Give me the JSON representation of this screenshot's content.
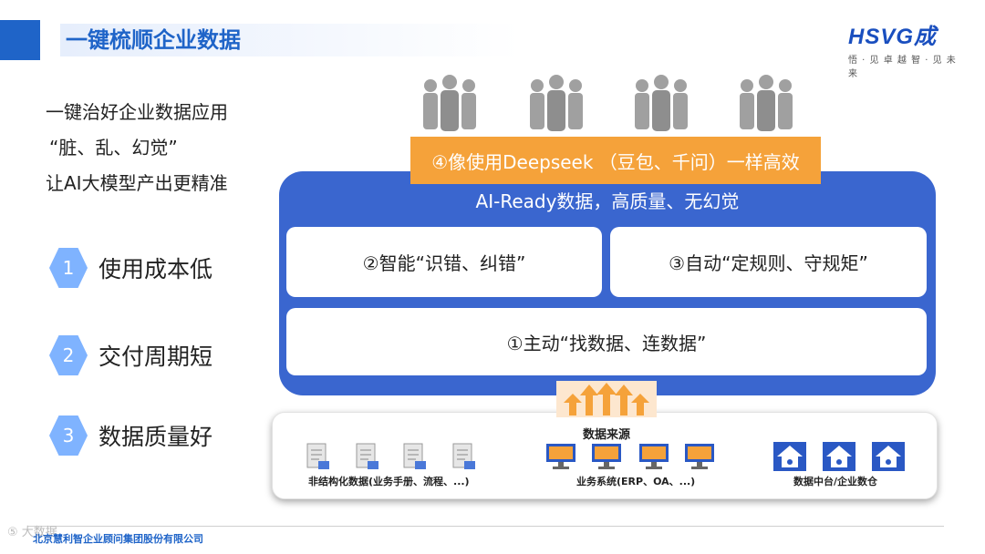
{
  "header": {
    "title": "一键梳顺企业数据"
  },
  "logo": {
    "text": "HSVG成",
    "tagline": "悟 · 见 卓 越   智 · 见 未 来"
  },
  "intro": {
    "lines": [
      "一键治好企业数据应用",
      "“脏、乱、幻觉”",
      "让AI大模型产出更精准"
    ]
  },
  "features": [
    {
      "num": "1",
      "label": "使用成本低"
    },
    {
      "num": "2",
      "label": "交付周期短"
    },
    {
      "num": "3",
      "label": "数据质量好"
    }
  ],
  "banner": {
    "text": "④像使用Deepseek （豆包、千问）一样高效"
  },
  "blue_box": {
    "title": "AI-Ready数据，高质量、无幻觉"
  },
  "cards": {
    "smart": "②智能“识错、纠错”",
    "auto": "③自动“定规则、守规矩”",
    "active": "①主动“找数据、连数据”"
  },
  "sources": {
    "title": "数据来源",
    "unstructured": "非结构化数据(业务手册、流程、...)",
    "business": "业务系统(ERP、OA、...)",
    "platform": "数据中台/企业数仓"
  },
  "footer": {
    "company": "北京慧利智企业顾问集团股份有限公司",
    "watermark": "⑤ 大数据"
  },
  "colors": {
    "primary_blue": "#3a66cf",
    "accent_orange": "#f5a23a",
    "hex_blue": "#7fb3ff",
    "title_blue": "#1f64c8"
  }
}
